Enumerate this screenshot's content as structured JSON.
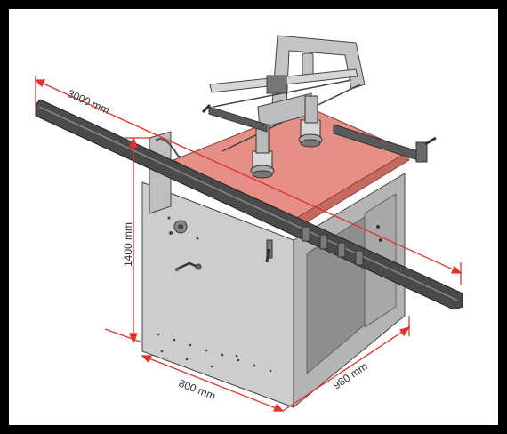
{
  "dimensions": {
    "length": "3000 mm",
    "height": "1400 mm",
    "width": "800 mm",
    "depth": "980 mm"
  },
  "colors": {
    "frame": "#000000",
    "dimension_line": "#e0322c",
    "table_top": "#e58f86",
    "machine_body": "#c9c9c9",
    "machine_dark": "#6f6f6f",
    "rail": "#3d3d3d"
  }
}
